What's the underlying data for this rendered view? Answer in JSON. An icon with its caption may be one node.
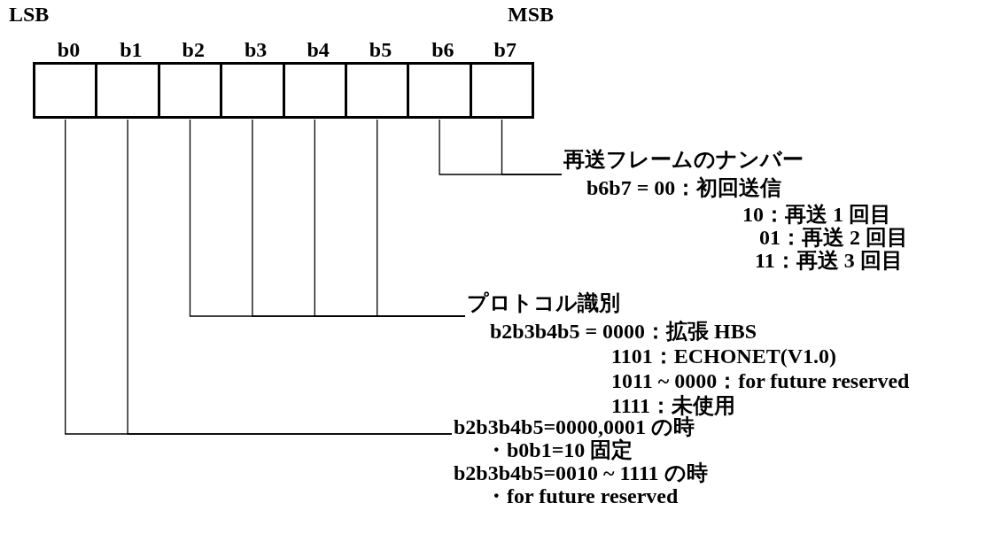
{
  "diagram": {
    "nodes": [
      {
        "text": [
          "b0"
        ]
      },
      {
        "text": [
          "b1"
        ]
      },
      {
        "text": [
          "b2"
        ]
      },
      {
        "text": [
          "b3"
        ]
      },
      {
        "text": [
          "b4"
        ]
      },
      {
        "text": [
          "b5"
        ]
      },
      {
        "text": [
          "b6"
        ]
      },
      {
        "text": [
          "b7"
        ]
      },
      {
        "text": [
          "再送フレームのナンバー",
          "b6b7 = 00：初回送信",
          "10：再送 1 回目",
          "01：再送 2 回目",
          "11：再送 3 回目"
        ]
      },
      {
        "text": [
          "プロトコル識別",
          "b2b3b4b5 = 0000：拡張 HBS",
          "1101：ECHONET(V1.0)",
          "1011 ~ 0000：for future reserved",
          "1111：未使用"
        ]
      },
      {
        "text": [
          "b2b3b4b5=0000,0001 の時",
          "・b0b1=10 固定",
          "b2b3b4b5=0010 ~ 1111 の時",
          "・for future reserved"
        ]
      }
    ],
    "edges": [
      {
        "from": 6,
        "to": 8,
        "arrow": "none"
      },
      {
        "from": 7,
        "to": 8,
        "arrow": "none"
      },
      {
        "from": 2,
        "to": 9,
        "arrow": "none"
      },
      {
        "from": 3,
        "to": 9,
        "arrow": "none"
      },
      {
        "from": 4,
        "to": 9,
        "arrow": "none"
      },
      {
        "from": 5,
        "to": 9,
        "arrow": "none"
      },
      {
        "from": 0,
        "to": 10,
        "arrow": "none"
      },
      {
        "from": 1,
        "to": 10,
        "arrow": "none"
      }
    ],
    "labels": [
      "LSB",
      "MSB"
    ]
  }
}
